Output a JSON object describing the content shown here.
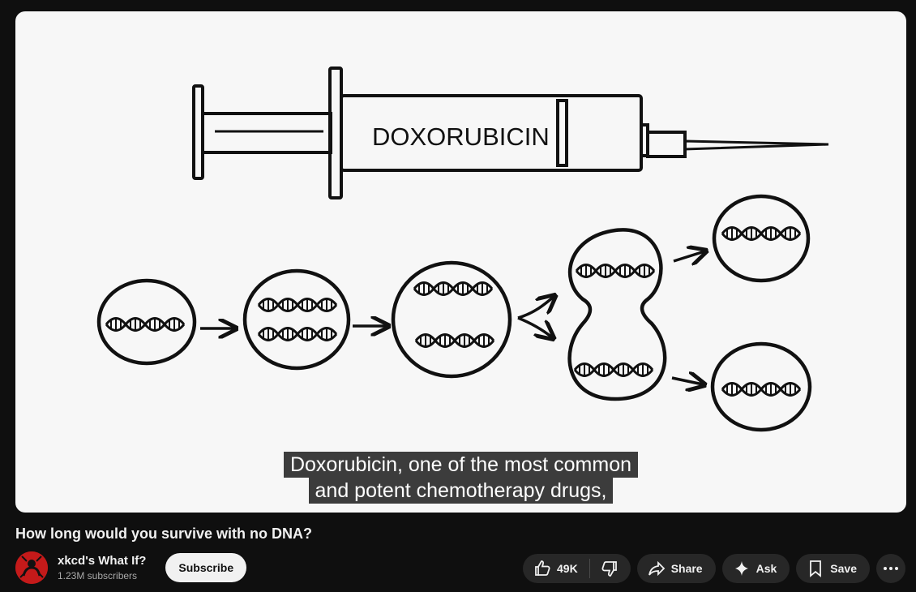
{
  "video": {
    "caption_lines": [
      "Doxorubicin, one of the most common",
      "and potent chemotherapy drugs,"
    ],
    "illustration_label": "DOXORUBICIN"
  },
  "title": "How long would you survive with no DNA?",
  "channel": {
    "name": "xkcd's What If?",
    "subscribers": "1.23M subscribers",
    "subscribe_label": "Subscribe"
  },
  "actions": {
    "like_count": "49K",
    "share_label": "Share",
    "ask_label": "Ask",
    "save_label": "Save"
  },
  "icons": {
    "like": "thumbs-up-icon",
    "dislike": "thumbs-down-icon",
    "share": "share-arrow-icon",
    "ask": "sparkle-icon",
    "save": "bookmark-icon",
    "more": "more-horizontal-icon"
  },
  "colors": {
    "background": "#0f0f0f",
    "pill": "#272727",
    "subscribe_bg": "#f1f1f1",
    "avatar": "#c41a1a"
  }
}
